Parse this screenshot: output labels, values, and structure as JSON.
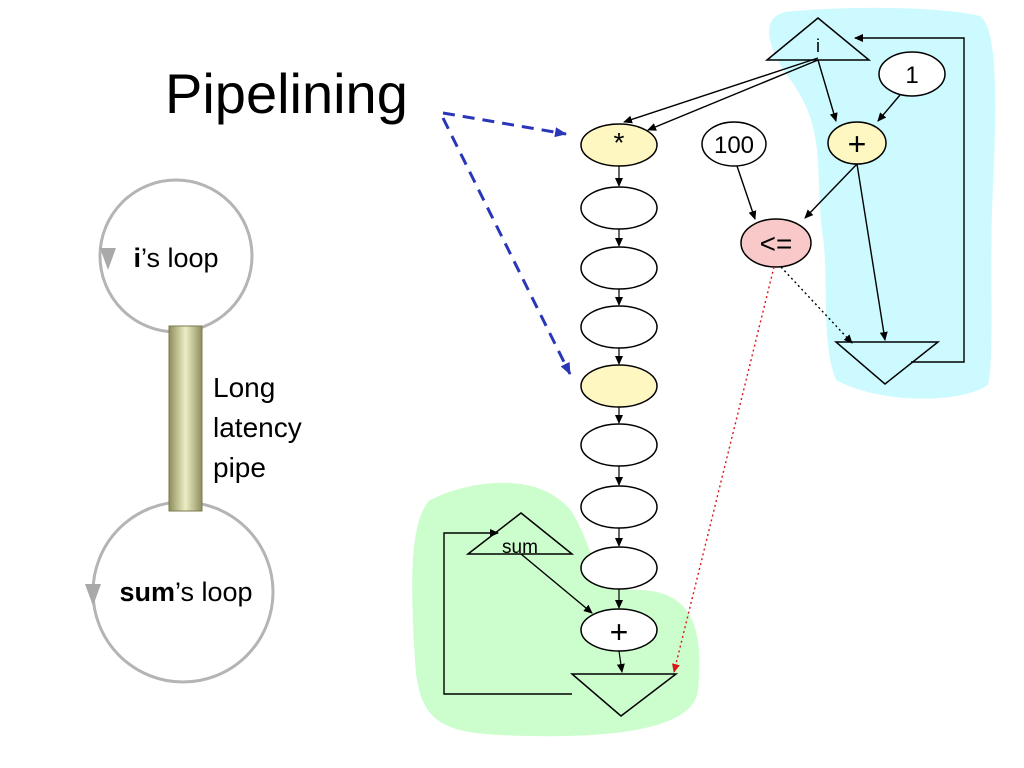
{
  "slide": {
    "title": "Pipelining"
  },
  "left_diagram": {
    "top_loop": {
      "bold": "i",
      "rest": "’s loop"
    },
    "bottom_loop": {
      "bold": "sum",
      "rest": "’s loop"
    },
    "pipe_label_lines": [
      "Long",
      "latency",
      "pipe"
    ]
  },
  "dataflow": {
    "ops": {
      "multiply": "*",
      "compare": "<=",
      "i_add": "+",
      "sum_add": "+"
    },
    "constants": {
      "hundred": "100",
      "one": "1"
    },
    "registers": {
      "i": "i",
      "sum": "sum"
    }
  },
  "colors": {
    "i_region": "#ccfaff",
    "sum_region": "#ccfdcc",
    "op_highlight": "#fff7c2",
    "compare_fill": "#f9c8c8",
    "dashed_arrow": "#2a36b8",
    "dotted_arrow": "#d81818",
    "loop_stroke": "#b4b4b4",
    "pipe_fill": "#cfcf9a"
  }
}
